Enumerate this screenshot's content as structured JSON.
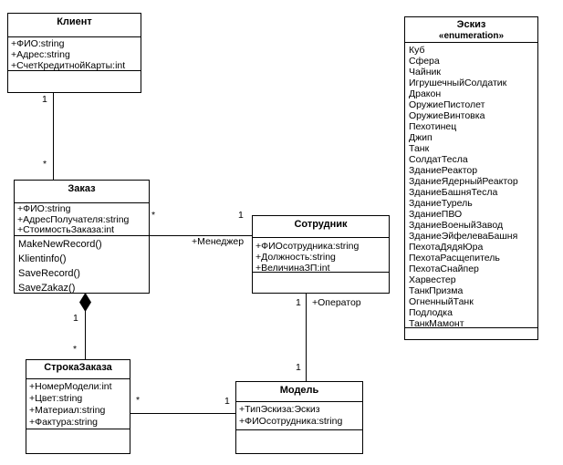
{
  "diagram": {
    "classes": {
      "client": {
        "name": "Клиент",
        "attributes": [
          "+ФИО:string",
          "+Адрес:string",
          "+СчетКредитнойКарты:int"
        ],
        "operations": []
      },
      "order": {
        "name": "Заказ",
        "attributes": [
          "+ФИО:string",
          "+АдресПолучателя:string",
          "+СтоимостьЗаказа:int"
        ],
        "operations": [
          "MakeNewRecord()",
          "Klientinfo()",
          "SaveRecord()",
          "SaveZakaz()"
        ]
      },
      "employee": {
        "name": "Сотрудник",
        "attributes": [
          "+ФИОсотрудника:string",
          "+Должность:string",
          "+ВеличинаЗП:int"
        ],
        "operations": []
      },
      "order_line": {
        "name": "СтрокаЗаказа",
        "attributes": [
          "+НомерМодели:int",
          "+Цвет:string",
          "+Материал:string",
          "+Фактура:string"
        ],
        "operations": []
      },
      "model": {
        "name": "Модель",
        "attributes": [
          "+ТипЭскиза:Эскиз",
          "+ФИОсотрудника:string"
        ],
        "operations": []
      },
      "sketch": {
        "name": "Эскиз",
        "stereotype": "«enumeration»",
        "values": [
          "Куб",
          "Сфера",
          "Чайник",
          "ИгрушечныйСолдатик",
          "Дракон",
          "ОружиеПистолет",
          "ОружиеВинтовка",
          "Пехотинец",
          "Джип",
          "Танк",
          "СолдатТесла",
          "ЗданиеРеактор",
          "ЗданиеЯдерныйРеактор",
          "ЗданиеБашняТесла",
          "ЗданиеТурель",
          "ЗданиеПВО",
          "ЗданиеВоеныйЗавод",
          "ЗданиеЭйфелеваБашня",
          "ПехотаДядяЮра",
          "ПехотаРасщепитель",
          "ПехотаСнайпер",
          "Харвестер",
          "ТанкПризма",
          "ОгненныйТанк",
          "Подлодка",
          "ТанкМамонт"
        ]
      }
    },
    "associations": {
      "client_order": {
        "client_end": "1",
        "order_end": "*"
      },
      "order_employee": {
        "order_end": "*",
        "employee_end": "1",
        "role": "+Менеджер"
      },
      "order_orderline": {
        "order_end": "1",
        "line_end": "*"
      },
      "employee_model": {
        "employee_end": "1",
        "model_end": "1",
        "role": "+Оператор"
      },
      "orderline_model": {
        "line_end": "*",
        "model_end": "1"
      }
    },
    "colors": {
      "line": "#000000",
      "box_fill": "#ffffff",
      "background": "#ffffff"
    }
  }
}
